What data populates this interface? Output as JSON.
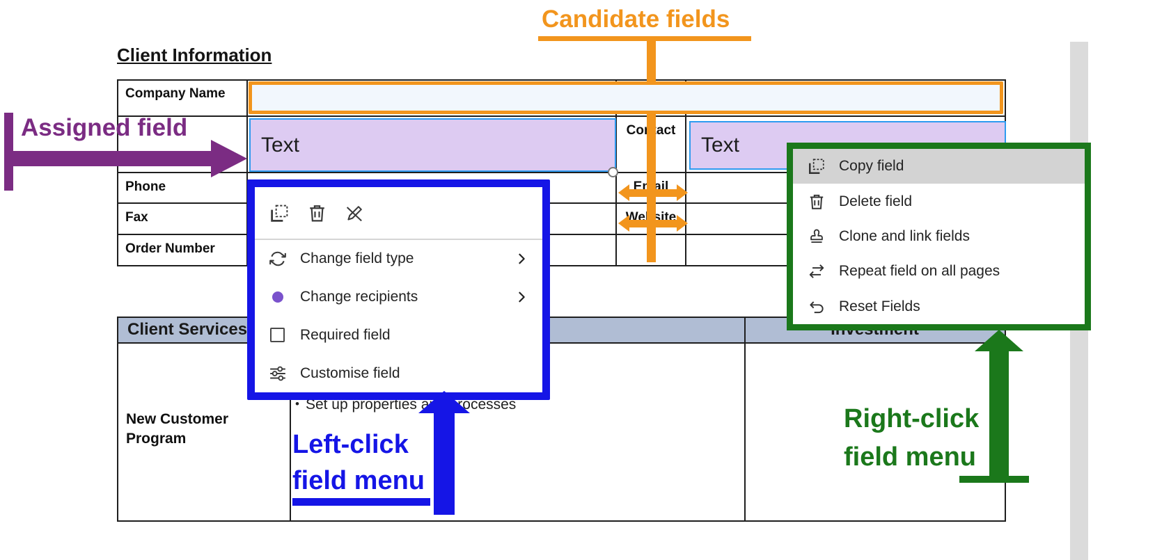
{
  "page": {
    "heading": "Client Information"
  },
  "colors": {
    "orange": "#F2951D",
    "purple": "#7B2C83",
    "blue": "#1515E6",
    "green": "#1B781B",
    "assigned_fill": "#DDCBF2",
    "assigned_border": "#2E9BF0",
    "candidate_fill": "#F2F7FD",
    "table2_header_fill": "#B0BDD4",
    "menu_highlight": "#D3D3D3",
    "recipient_dot": "#7A52CC"
  },
  "table1": {
    "row_labels": [
      "Company Name",
      "Phone",
      "Fax",
      "Order Number"
    ],
    "contact_label": "Contact",
    "email_label": "Email",
    "website_label": "Website"
  },
  "fields": {
    "text1": "Text",
    "text2": "Text"
  },
  "annotations": {
    "candidate": {
      "label": "Candidate fields"
    },
    "assigned": {
      "label": "Assigned field"
    },
    "left_click": {
      "line1": "Left-click",
      "line2": "field menu"
    },
    "right_click": {
      "line1": "Right-click",
      "line2": "field menu"
    }
  },
  "left_menu": {
    "toolbar": [
      {
        "icon": "copy-field-icon"
      },
      {
        "icon": "delete-field-icon"
      },
      {
        "icon": "unassign-field-icon"
      }
    ],
    "items": [
      {
        "label": "Change field type",
        "icon": "change-field-type-icon",
        "has_submenu": true
      },
      {
        "label": "Change recipients",
        "icon": "recipient-dot-icon",
        "has_submenu": true
      },
      {
        "label": "Required field",
        "icon": "required-checkbox",
        "has_submenu": false
      },
      {
        "label": "Customise field",
        "icon": "customise-field-icon",
        "has_submenu": false
      }
    ]
  },
  "right_menu": {
    "items": [
      {
        "label": "Copy field",
        "icon": "copy-field-icon",
        "highlighted": true
      },
      {
        "label": "Delete field",
        "icon": "delete-field-icon",
        "highlighted": false
      },
      {
        "label": "Clone and link fields",
        "icon": "clone-link-icon",
        "highlighted": false
      },
      {
        "label": "Repeat field on all pages",
        "icon": "repeat-field-icon",
        "highlighted": false
      },
      {
        "label": "Reset Fields",
        "icon": "reset-fields-icon",
        "highlighted": false
      }
    ]
  },
  "table2": {
    "header_left": "Client Services",
    "header_right": "Investment",
    "program_label": "New Customer Program",
    "bullet": "•",
    "bullet_text": "Set up properties and processes"
  }
}
